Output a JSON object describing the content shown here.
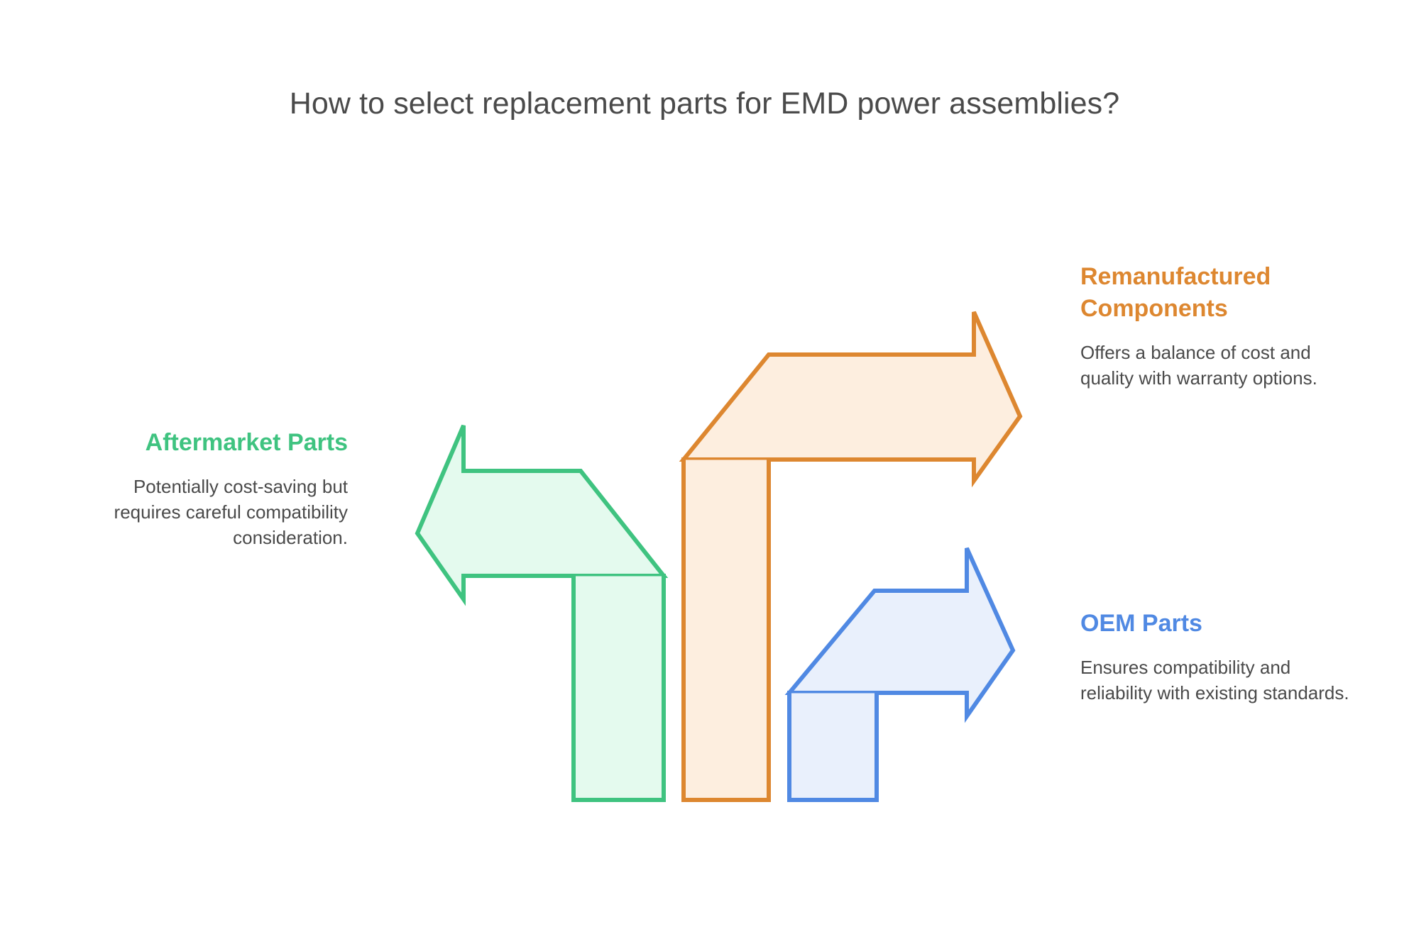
{
  "page": {
    "title": "How to select replacement parts for EMD power assemblies?",
    "background_color": "#ffffff",
    "title_color": "#4a4a4a",
    "body_text_color": "#4a4a4a"
  },
  "diagram": {
    "type": "branching-arrow-diagram",
    "description": "Three colored block arrows rising from a common baseline, each branching out to a labeled callout.",
    "branches": [
      {
        "id": "aftermarket",
        "heading": "Aftermarket Parts",
        "body": "Potentially cost-saving but requires careful compatibility consideration.",
        "accent_color": "#3FC380",
        "fill_color": "#E4FAEE",
        "direction": "left",
        "align": "right"
      },
      {
        "id": "remanufactured",
        "heading": "Remanufactured Components",
        "body": "Offers a balance of cost and quality with warranty options.",
        "accent_color": "#DD8730",
        "fill_color": "#FDEEDF",
        "direction": "right",
        "align": "left"
      },
      {
        "id": "oem",
        "heading": "OEM Parts",
        "body": "Ensures compatibility and reliability with existing standards.",
        "accent_color": "#5089E3",
        "fill_color": "#E9F0FC",
        "direction": "right",
        "align": "left"
      }
    ]
  }
}
